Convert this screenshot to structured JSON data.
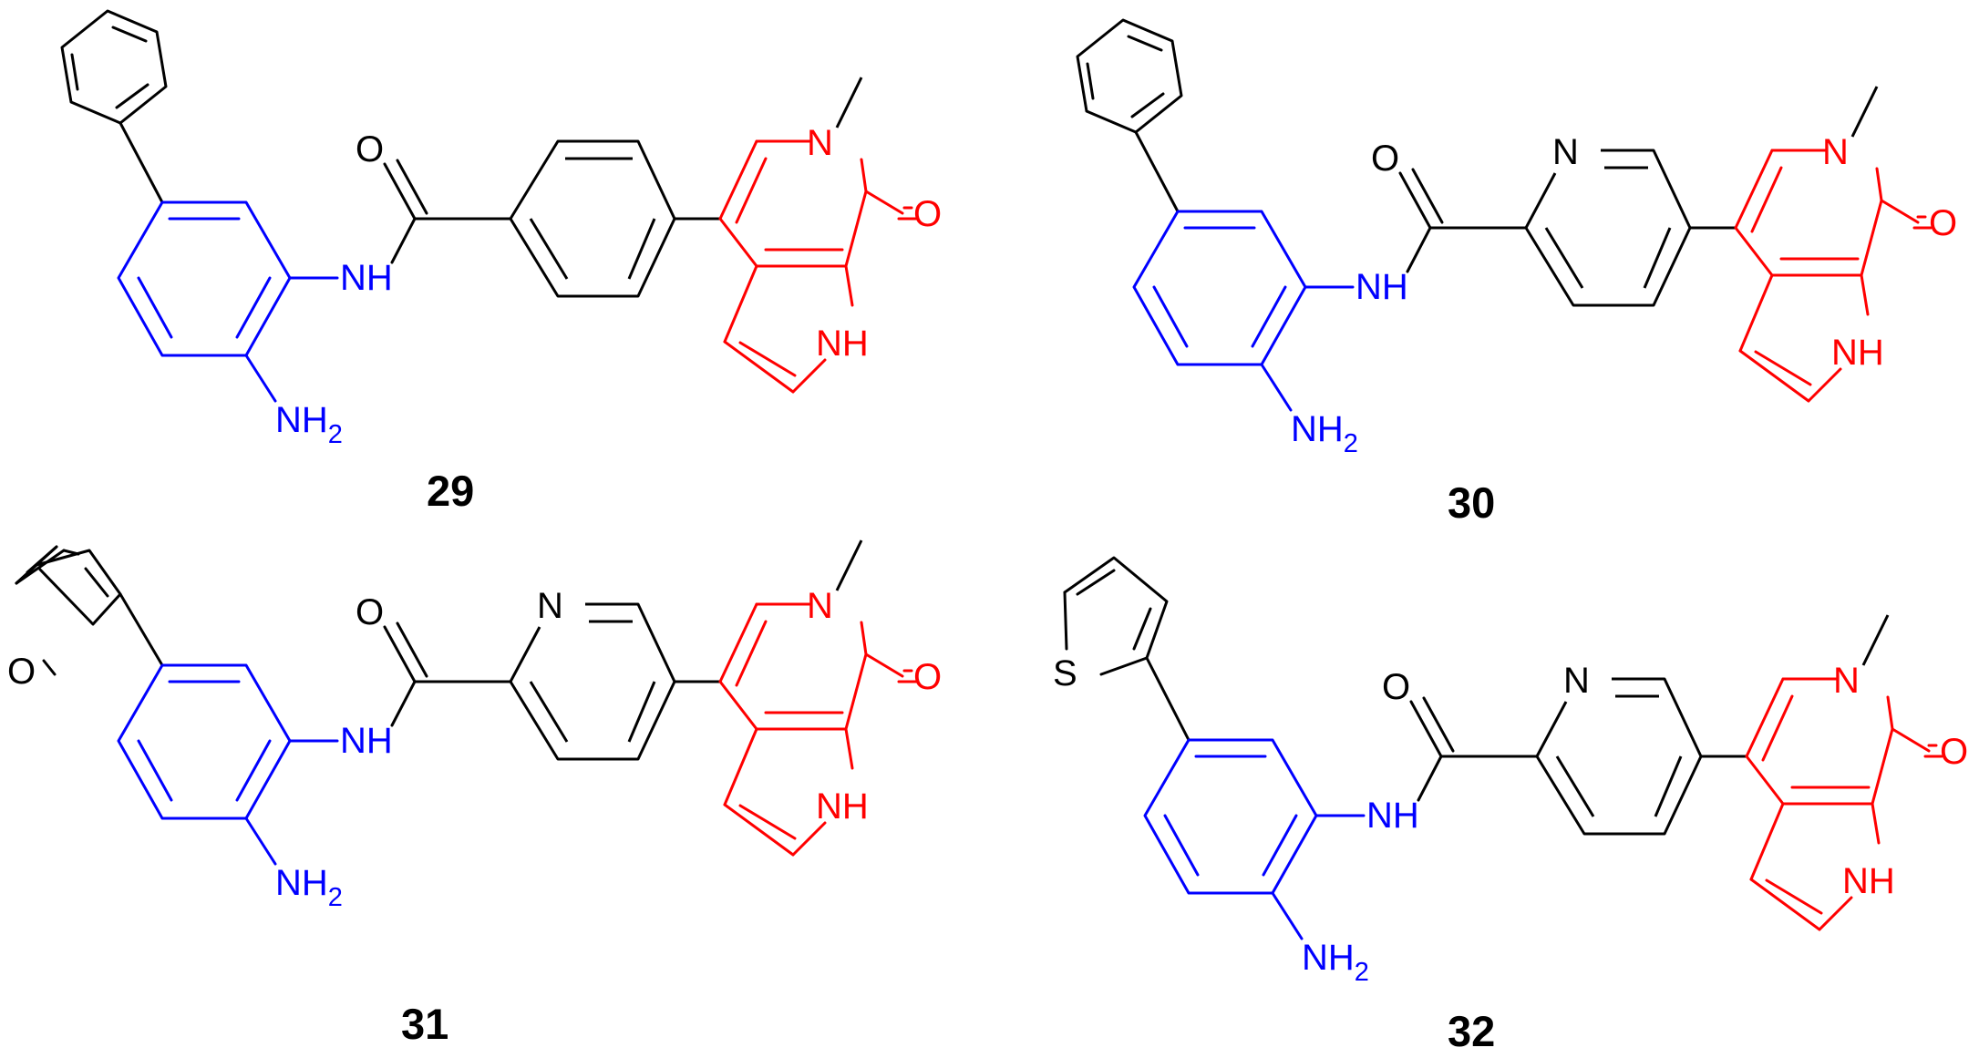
{
  "colors": {
    "scaffold": "#000000",
    "zbg": "#0000ff",
    "core": "#ff0000"
  },
  "molecules": [
    {
      "id": "29",
      "labels": {
        "amide_o": "O",
        "amide_nh": "NH",
        "amine_nh": "NH",
        "amine_sub": "2",
        "lactam_n": "N",
        "lactam_o": "O",
        "pyrrole_nh": "NH"
      }
    },
    {
      "id": "30",
      "labels": {
        "amide_o": "O",
        "amide_nh": "NH",
        "amine_nh": "NH",
        "amine_sub": "2",
        "ring_n": "N",
        "lactam_n": "N",
        "lactam_o": "O",
        "pyrrole_nh": "NH"
      }
    },
    {
      "id": "31",
      "labels": {
        "hetero": "O",
        "amide_o": "O",
        "amide_nh": "NH",
        "amine_nh": "NH",
        "amine_sub": "2",
        "ring_n": "N",
        "lactam_n": "N",
        "lactam_o": "O",
        "pyrrole_nh": "NH"
      }
    },
    {
      "id": "32",
      "labels": {
        "hetero": "S",
        "amide_o": "O",
        "amide_nh": "NH",
        "amine_nh": "NH",
        "amine_sub": "2",
        "ring_n": "N",
        "lactam_n": "N",
        "lactam_o": "O",
        "pyrrole_nh": "NH"
      }
    }
  ]
}
